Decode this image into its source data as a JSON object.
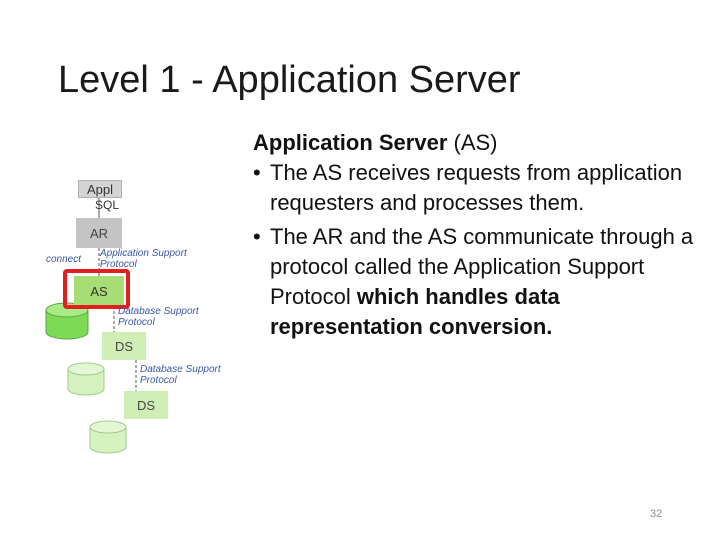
{
  "slide": {
    "title": "Level 1 - Application Server",
    "page_number": "32"
  },
  "content": {
    "heading_bold": "Application Server",
    "heading_rest": " (AS)",
    "bullets": [
      {
        "text": "The AS receives requests from application requesters and processes them."
      },
      {
        "text_plain": "The AR and the AS communicate through a protocol called the Application Support Protocol ",
        "text_bold": "which handles data representation conversion."
      }
    ],
    "bullet_glyph": "•"
  },
  "diagram": {
    "appl": "Appl",
    "sql": "SQL",
    "ar": "AR",
    "connect": "connect",
    "app_support_line1": "Application Support",
    "app_support_line2": "Protocol",
    "as": "AS",
    "db_support_1_line1": "Database Support",
    "db_support_1_line2": "Protocol",
    "ds1": "DS",
    "db_support_2_line1": "Database Support",
    "db_support_2_line2": "Protocol",
    "ds2": "DS",
    "colors": {
      "highlight": "#e41e1e",
      "as_box": "#a6dd75",
      "ds_box": "#cfeeb6",
      "database": "#7ed957",
      "label_blue": "#3a56a8"
    }
  }
}
